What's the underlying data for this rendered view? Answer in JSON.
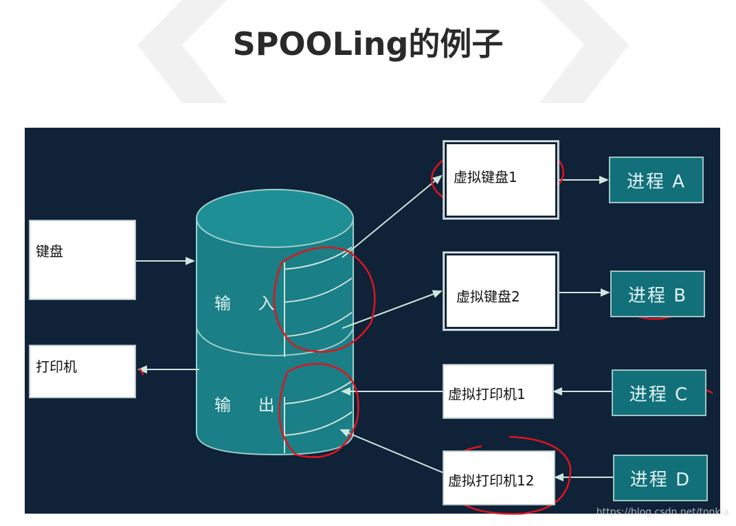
{
  "title": "SPOOLing的例子",
  "devices": {
    "keyboard": "键盘",
    "printer": "打印机"
  },
  "spool": {
    "input_label": "输 入",
    "output_label": "输 出"
  },
  "virtual_devices": [
    "虚拟键盘1",
    "虚拟键盘2",
    "虚拟打印机1",
    "虚拟打印机12"
  ],
  "processes": [
    "进程 A",
    "进程 B",
    "进程 C",
    "进程 D"
  ],
  "watermark": "https://blog.csdn.net/tonkia",
  "colors": {
    "panel": "#0f2238",
    "cylinder": "#1a7f86",
    "process_box": "#12707a",
    "arrow": "#cfe6dc",
    "annotation": "#e0141e"
  }
}
